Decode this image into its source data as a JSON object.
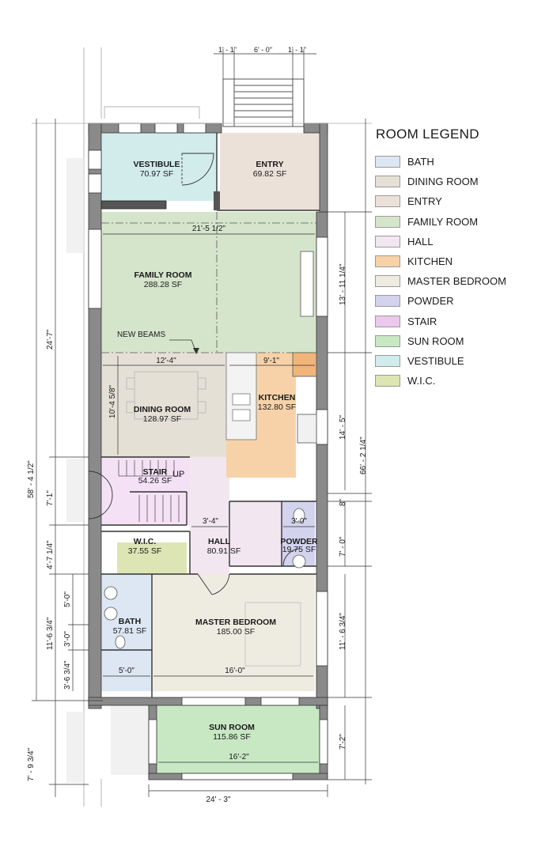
{
  "legend": {
    "title": "ROOM LEGEND",
    "items": [
      {
        "label": "BATH",
        "color": "#dde6f3"
      },
      {
        "label": "DINING ROOM",
        "color": "#e5e0d6"
      },
      {
        "label": "ENTRY",
        "color": "#ece1d9"
      },
      {
        "label": "FAMILY ROOM",
        "color": "#d5e5cc"
      },
      {
        "label": "HALL",
        "color": "#f2e6f0"
      },
      {
        "label": "KITCHEN",
        "color": "#f7d2a8"
      },
      {
        "label": "MASTER BEDROOM",
        "color": "#eeece1"
      },
      {
        "label": "POWDER",
        "color": "#d3d3ee"
      },
      {
        "label": "STAIR",
        "color": "#ecc8ec"
      },
      {
        "label": "SUN ROOM",
        "color": "#c8e8c4"
      },
      {
        "label": "VESTIBULE",
        "color": "#d2ecec"
      },
      {
        "label": "W.I.C.",
        "color": "#dde5b4"
      }
    ]
  },
  "rooms": {
    "vestibule": {
      "name": "VESTIBULE",
      "area": "70.97 SF"
    },
    "entry": {
      "name": "ENTRY",
      "area": "69.82 SF"
    },
    "family_room": {
      "name": "FAMILY ROOM",
      "area": "288.28 SF"
    },
    "dining_room": {
      "name": "DINING ROOM",
      "area": "128.97 SF"
    },
    "kitchen": {
      "name": "KITCHEN",
      "area": "132.80 SF"
    },
    "stair": {
      "name": "STAIR",
      "area": "54.26 SF"
    },
    "hall": {
      "name": "HALL",
      "area": "80.91 SF"
    },
    "powder": {
      "name": "POWDER",
      "area": "19.75 SF"
    },
    "wic": {
      "name": "W.I.C.",
      "area": "37.55 SF"
    },
    "bath": {
      "name": "BATH",
      "area": "57.81 SF"
    },
    "master_bedroom": {
      "name": "MASTER BEDROOM",
      "area": "185.00 SF"
    },
    "sun_room": {
      "name": "SUN ROOM",
      "area": "115.86 SF"
    }
  },
  "notes": {
    "new_beams": "NEW BEAMS",
    "up": "UP"
  },
  "dimensions": {
    "stoop_left": "1' - 1\"",
    "stoop_mid": "6' - 0\"",
    "stoop_right": "1' - 1\"",
    "family_width": "21'-5 1/2\"",
    "dining_width": "12'-4\"",
    "kitchen_width": "9'-1\"",
    "dining_depth": "10'-4 5/8\"",
    "hall_width": "3'-4\"",
    "powder_width": "3'-0\"",
    "bath_width": "5'-0\"",
    "master_width": "16'-0\"",
    "sun_width": "16'-2\"",
    "overall_width": "24' - 3\"",
    "right_family": "13' - 11 1/4\"",
    "right_kitchen": "14' - 5\"",
    "right_overall": "66' - 2 1/4\"",
    "right_wall": "8\"",
    "right_powder": "7' - 0\"",
    "right_master": "11' - 6 3/4\"",
    "right_sun": "7'-2\"",
    "left_overall": "58' - 4 1/2\"",
    "left_front": "24'-7\"",
    "left_stair": "7'-1\"",
    "left_wic": "4'-7 1/4\"",
    "left_bath_total": "11'-6 3/4\"",
    "left_bath_a": "5'-0\"",
    "left_bath_b": "3'-0\"",
    "left_bath_c": "3'-6 3/4\"",
    "left_sun": "7' - 9 3/4\""
  }
}
